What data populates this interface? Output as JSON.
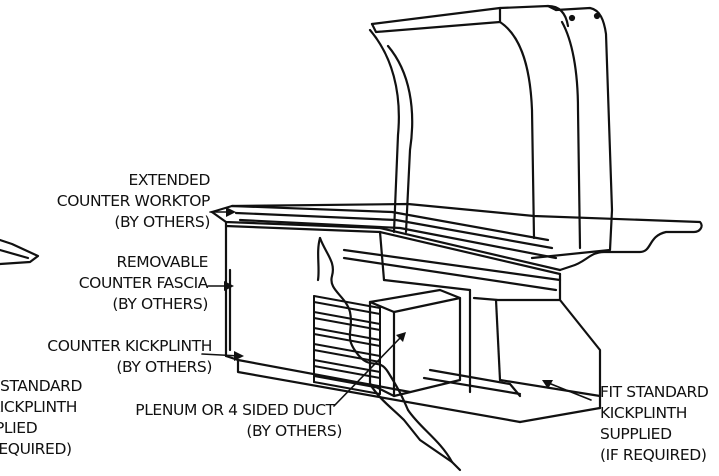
{
  "labels": {
    "extended_worktop": [
      "EXTENDED",
      "COUNTER WORKTOP",
      "(BY OTHERS)"
    ],
    "removable_fascia": [
      "REMOVABLE",
      "COUNTER FASCIA",
      "(BY OTHERS)"
    ],
    "counter_kickplinth": [
      "COUNTER KICKPLINTH",
      "(BY OTHERS)"
    ],
    "left_kickplinth": [
      "STANDARD",
      "KICKPLINTH",
      "PPLIED",
      "REQUIRED)"
    ],
    "plenum_duct": [
      "PLENUM OR 4 SIDED DUCT",
      "(BY OTHERS)"
    ],
    "right_kickplinth": [
      "FIT STANDARD",
      "KICKPLINTH",
      "SUPPLIED",
      "(IF REQUIRED)"
    ]
  },
  "colors": {
    "line": "#111111",
    "background": "#ffffff"
  }
}
